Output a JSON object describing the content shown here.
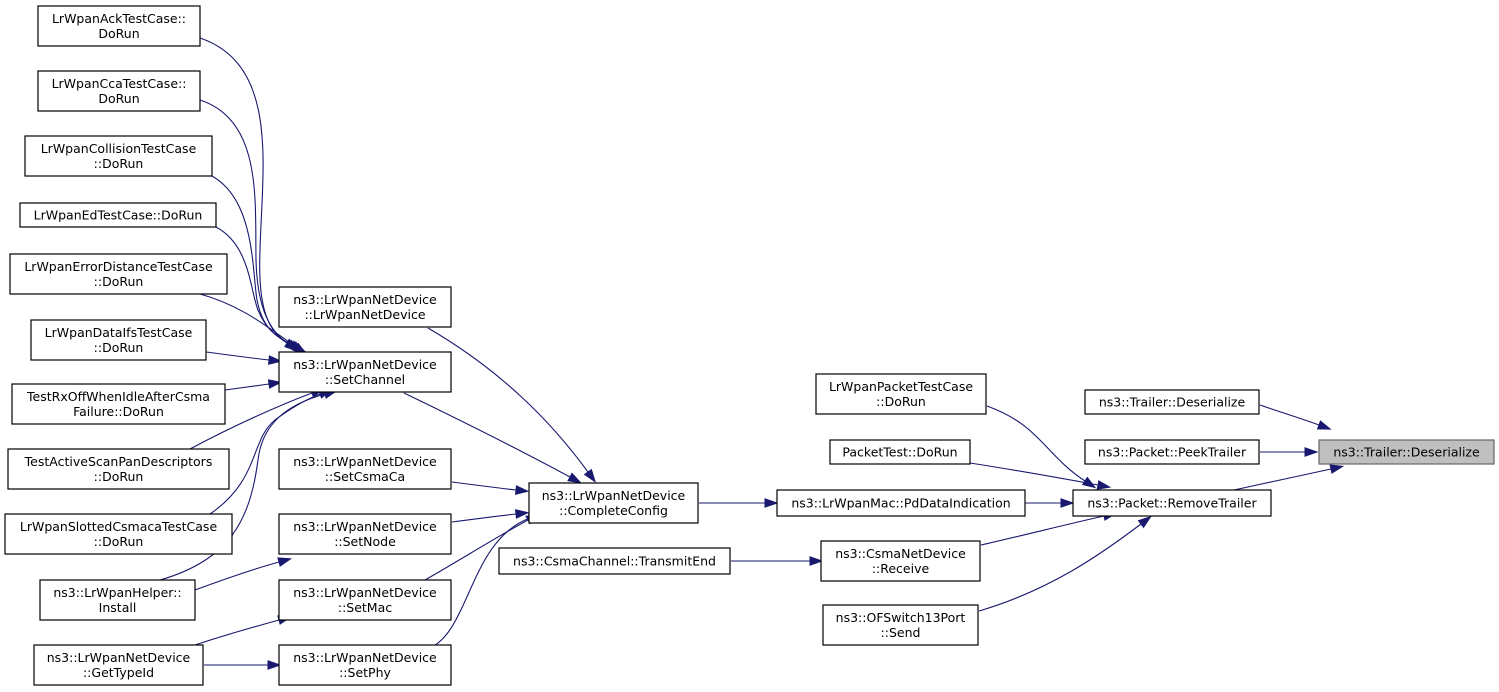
{
  "graph": {
    "root_id": "trailer_deserialize_root",
    "nodes": [
      {
        "id": "trailer_deserialize_root",
        "lines": [
          "ns3::Trailer::Deserialize"
        ]
      },
      {
        "id": "trailer_deserialize",
        "lines": [
          "ns3::Trailer::Deserialize"
        ]
      },
      {
        "id": "packet_peektrailer",
        "lines": [
          "ns3::Packet::PeekTrailer"
        ]
      },
      {
        "id": "packet_removetrailer",
        "lines": [
          "ns3::Packet::RemoveTrailer"
        ]
      },
      {
        "id": "lrwpanpackettestcase_dorun",
        "lines": [
          "LrWpanPacketTestCase",
          "::DoRun"
        ]
      },
      {
        "id": "packettest_dorun",
        "lines": [
          "PacketTest::DoRun"
        ]
      },
      {
        "id": "lrwpanmac_pddataindication",
        "lines": [
          "ns3::LrWpanMac::PdDataIndication"
        ]
      },
      {
        "id": "csmanetdevice_receive",
        "lines": [
          "ns3::CsmaNetDevice",
          "::Receive"
        ]
      },
      {
        "id": "ofswitch13port_send",
        "lines": [
          "ns3::OFSwitch13Port",
          "::Send"
        ]
      },
      {
        "id": "csmachannel_transmitend",
        "lines": [
          "ns3::CsmaChannel::TransmitEnd"
        ]
      },
      {
        "id": "lrwpannetdevice_completeconfig",
        "lines": [
          "ns3::LrWpanNetDevice",
          "::CompleteConfig"
        ]
      },
      {
        "id": "lrwpannetdevice_ctor",
        "lines": [
          "ns3::LrWpanNetDevice",
          "::LrWpanNetDevice"
        ]
      },
      {
        "id": "lrwpannetdevice_setchannel",
        "lines": [
          "ns3::LrWpanNetDevice",
          "::SetChannel"
        ]
      },
      {
        "id": "lrwpannetdevice_setcsmaca",
        "lines": [
          "ns3::LrWpanNetDevice",
          "::SetCsmaCa"
        ]
      },
      {
        "id": "lrwpannetdevice_setnode",
        "lines": [
          "ns3::LrWpanNetDevice",
          "::SetNode"
        ]
      },
      {
        "id": "lrwpannetdevice_setmac",
        "lines": [
          "ns3::LrWpanNetDevice",
          "::SetMac"
        ]
      },
      {
        "id": "lrwpannetdevice_setphy",
        "lines": [
          "ns3::LrWpanNetDevice",
          "::SetPhy"
        ]
      },
      {
        "id": "lrwpanacktestcase_dorun",
        "lines": [
          "LrWpanAckTestCase::",
          "DoRun"
        ]
      },
      {
        "id": "lrwpanccatestcase_dorun",
        "lines": [
          "LrWpanCcaTestCase::",
          "DoRun"
        ]
      },
      {
        "id": "lrwpancollisiontestcase_dorun",
        "lines": [
          "LrWpanCollisionTestCase",
          "::DoRun"
        ]
      },
      {
        "id": "lrwpanedtestcase_dorun",
        "lines": [
          "LrWpanEdTestCase::DoRun"
        ]
      },
      {
        "id": "lrwpanerrordistancetestcase_dorun",
        "lines": [
          "LrWpanErrorDistanceTestCase",
          "::DoRun"
        ]
      },
      {
        "id": "lrwpandataifstestcase_dorun",
        "lines": [
          "LrWpanDataIfsTestCase",
          "::DoRun"
        ]
      },
      {
        "id": "testrxoffwhenidleaftercsmafailure_dorun",
        "lines": [
          "TestRxOffWhenIdleAfterCsma",
          "Failure::DoRun"
        ]
      },
      {
        "id": "testactivescanpandescriptors_dorun",
        "lines": [
          "TestActiveScanPanDescriptors",
          "::DoRun"
        ]
      },
      {
        "id": "lrwpanslottedcsmacatestcase_dorun",
        "lines": [
          "LrWpanSlottedCsmacaTestCase",
          "::DoRun"
        ]
      },
      {
        "id": "lrwpanhelper_install",
        "lines": [
          "ns3::LrWpanHelper::",
          "Install"
        ]
      },
      {
        "id": "lrwpannetdevice_gettypeid",
        "lines": [
          "ns3::LrWpanNetDevice",
          "::GetTypeId"
        ]
      }
    ],
    "edges": [
      {
        "from": "trailer_deserialize",
        "to": "trailer_deserialize_root"
      },
      {
        "from": "packet_peektrailer",
        "to": "trailer_deserialize_root"
      },
      {
        "from": "packet_removetrailer",
        "to": "trailer_deserialize_root"
      },
      {
        "from": "lrwpanpackettestcase_dorun",
        "to": "packet_removetrailer"
      },
      {
        "from": "packettest_dorun",
        "to": "packet_removetrailer"
      },
      {
        "from": "lrwpanmac_pddataindication",
        "to": "packet_removetrailer"
      },
      {
        "from": "csmanetdevice_receive",
        "to": "packet_removetrailer"
      },
      {
        "from": "ofswitch13port_send",
        "to": "packet_removetrailer"
      },
      {
        "from": "lrwpannetdevice_completeconfig",
        "to": "lrwpanmac_pddataindication"
      },
      {
        "from": "csmachannel_transmitend",
        "to": "csmanetdevice_receive"
      },
      {
        "from": "lrwpannetdevice_ctor",
        "to": "lrwpannetdevice_completeconfig"
      },
      {
        "from": "lrwpannetdevice_setchannel",
        "to": "lrwpannetdevice_completeconfig"
      },
      {
        "from": "lrwpannetdevice_setcsmaca",
        "to": "lrwpannetdevice_completeconfig"
      },
      {
        "from": "lrwpannetdevice_setnode",
        "to": "lrwpannetdevice_completeconfig"
      },
      {
        "from": "lrwpannetdevice_setmac",
        "to": "lrwpannetdevice_completeconfig"
      },
      {
        "from": "lrwpannetdevice_setphy",
        "to": "lrwpannetdevice_completeconfig"
      },
      {
        "from": "lrwpanacktestcase_dorun",
        "to": "lrwpannetdevice_setchannel"
      },
      {
        "from": "lrwpanccatestcase_dorun",
        "to": "lrwpannetdevice_setchannel"
      },
      {
        "from": "lrwpancollisiontestcase_dorun",
        "to": "lrwpannetdevice_setchannel"
      },
      {
        "from": "lrwpanedtestcase_dorun",
        "to": "lrwpannetdevice_setchannel"
      },
      {
        "from": "lrwpanerrordistancetestcase_dorun",
        "to": "lrwpannetdevice_setchannel"
      },
      {
        "from": "lrwpandataifstestcase_dorun",
        "to": "lrwpannetdevice_setchannel"
      },
      {
        "from": "testrxoffwhenidleaftercsmafailure_dorun",
        "to": "lrwpannetdevice_setchannel"
      },
      {
        "from": "testactivescanpandescriptors_dorun",
        "to": "lrwpannetdevice_setchannel"
      },
      {
        "from": "lrwpanslottedcsmacatestcase_dorun",
        "to": "lrwpannetdevice_setchannel"
      },
      {
        "from": "lrwpanhelper_install",
        "to": "lrwpannetdevice_setchannel"
      },
      {
        "from": "lrwpanhelper_install",
        "to": "lrwpannetdevice_setnode"
      },
      {
        "from": "lrwpannetdevice_gettypeid",
        "to": "lrwpannetdevice_setmac"
      },
      {
        "from": "lrwpannetdevice_gettypeid",
        "to": "lrwpannetdevice_setphy"
      }
    ]
  },
  "colors": {
    "edge": "#191970",
    "node_border": "#000000",
    "root_fill": "#bfbfbf",
    "root_border": "#666666",
    "background": "#ffffff"
  }
}
